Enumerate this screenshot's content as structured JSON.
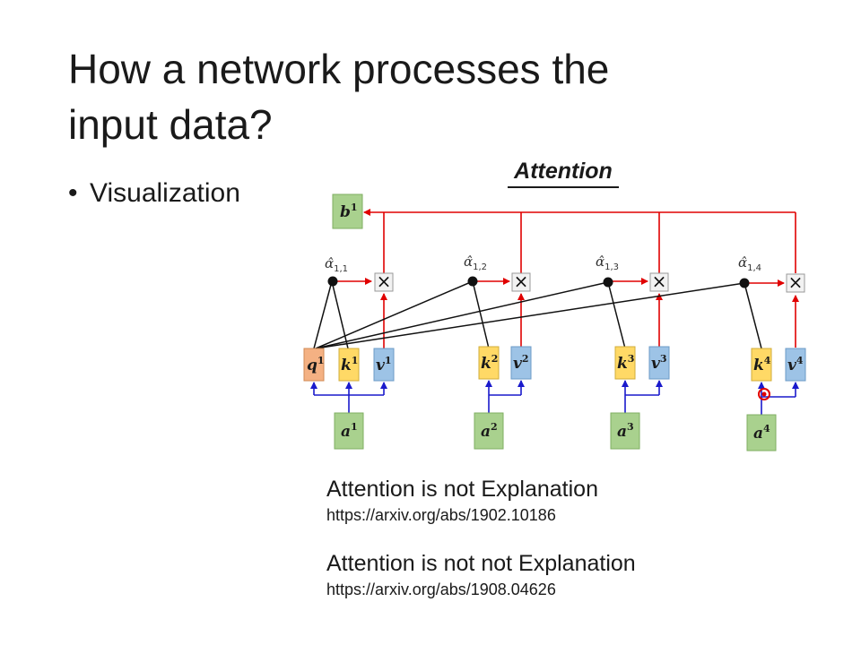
{
  "slide": {
    "title_line1": "How a network processes the",
    "title_line2": "input data?",
    "bullet_marker": "•",
    "bullet_text": "Visualization"
  },
  "diagram": {
    "title": "Attention",
    "output": {
      "letter": "b",
      "sup": "1"
    },
    "alphas": [
      {
        "symbol": "α̂",
        "sub": "1,1"
      },
      {
        "symbol": "α̂",
        "sub": "1,2"
      },
      {
        "symbol": "α̂",
        "sub": "1,3"
      },
      {
        "symbol": "α̂",
        "sub": "1,4"
      }
    ],
    "multiply_symbol": "×",
    "query": {
      "letter": "q",
      "sup": "1"
    },
    "keys": [
      {
        "letter": "k",
        "sup": "1"
      },
      {
        "letter": "k",
        "sup": "2"
      },
      {
        "letter": "k",
        "sup": "3"
      },
      {
        "letter": "k",
        "sup": "4"
      }
    ],
    "values": [
      {
        "letter": "v",
        "sup": "1"
      },
      {
        "letter": "v",
        "sup": "2"
      },
      {
        "letter": "v",
        "sup": "3"
      },
      {
        "letter": "v",
        "sup": "4"
      }
    ],
    "inputs": [
      {
        "letter": "a",
        "sup": "1"
      },
      {
        "letter": "a",
        "sup": "2"
      },
      {
        "letter": "a",
        "sup": "3"
      },
      {
        "letter": "a",
        "sup": "4"
      }
    ],
    "colors": {
      "query_fill": "#f4b183",
      "key_fill": "#ffd966",
      "value_fill": "#9dc3e6",
      "input_fill": "#a9d18e",
      "red_arrow": "#e00000",
      "blue_arrow": "#1a1acc",
      "black_line": "#111111"
    }
  },
  "references": [
    {
      "title": "Attention is not Explanation",
      "url": "https://arxiv.org/abs/1902.10186"
    },
    {
      "title": "Attention is not not Explanation",
      "url": "https://arxiv.org/abs/1908.04626"
    }
  ]
}
